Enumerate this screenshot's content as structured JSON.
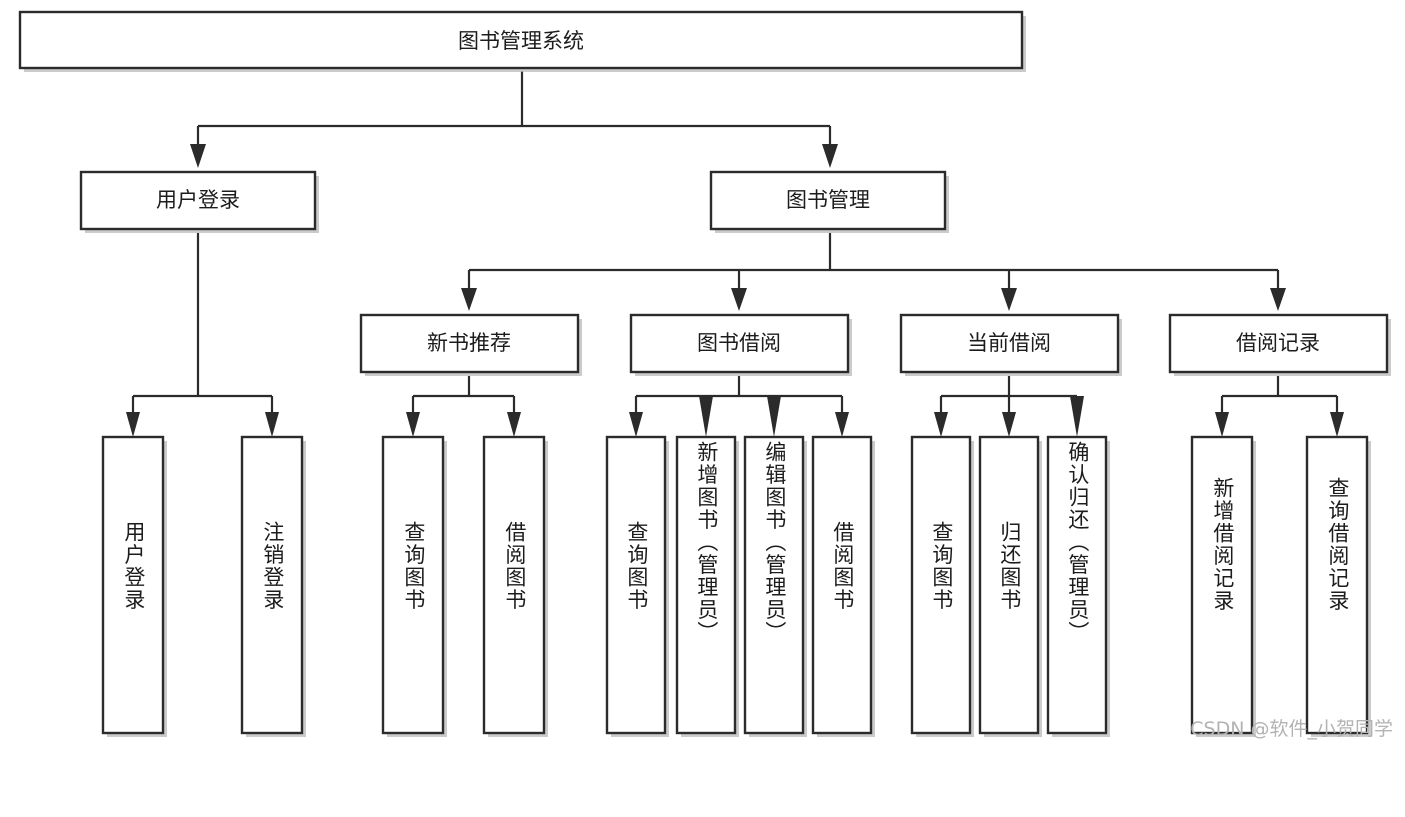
{
  "diagram": {
    "type": "tree",
    "title": "图书管理系统",
    "orientation": "top-down",
    "colors": {
      "box_fill": "#ffffff",
      "box_stroke": "#2b2b2b",
      "text": "#1c1c1c",
      "background": "#ffffff",
      "watermark": "#b3b3b3"
    },
    "root": {
      "label": "图书管理系统",
      "text_direction": "horizontal"
    },
    "level2": [
      {
        "label": "用户登录",
        "text_direction": "horizontal"
      },
      {
        "label": "图书管理",
        "text_direction": "horizontal"
      }
    ],
    "level3": [
      {
        "label": "新书推荐",
        "text_direction": "horizontal",
        "parent": "图书管理"
      },
      {
        "label": "图书借阅",
        "text_direction": "horizontal",
        "parent": "图书管理"
      },
      {
        "label": "当前借阅",
        "text_direction": "horizontal",
        "parent": "图书管理"
      },
      {
        "label": "借阅记录",
        "text_direction": "horizontal",
        "parent": "图书管理"
      }
    ],
    "leaves": {
      "user_login": [
        {
          "label": "用户登录",
          "text_direction": "vertical"
        },
        {
          "label": "注销登录",
          "text_direction": "vertical"
        }
      ],
      "new_book_recommend": [
        {
          "label": "查询图书",
          "text_direction": "vertical"
        },
        {
          "label": "借阅图书",
          "text_direction": "vertical"
        }
      ],
      "book_borrow": [
        {
          "label": "查询图书",
          "text_direction": "vertical"
        },
        {
          "label": "新增图书（管理员）",
          "text_direction": "vertical"
        },
        {
          "label": "编辑图书（管理员）",
          "text_direction": "vertical"
        },
        {
          "label": "借阅图书",
          "text_direction": "vertical"
        }
      ],
      "current_borrow": [
        {
          "label": "查询图书",
          "text_direction": "vertical"
        },
        {
          "label": "归还图书",
          "text_direction": "vertical"
        },
        {
          "label": "确认归还（管理员）",
          "text_direction": "vertical"
        }
      ],
      "borrow_record": [
        {
          "label": "新增借阅记录",
          "text_direction": "vertical"
        },
        {
          "label": "查询借阅记录",
          "text_direction": "vertical"
        }
      ]
    }
  },
  "watermark": {
    "text": "CSDN @软件_小贺同学"
  }
}
